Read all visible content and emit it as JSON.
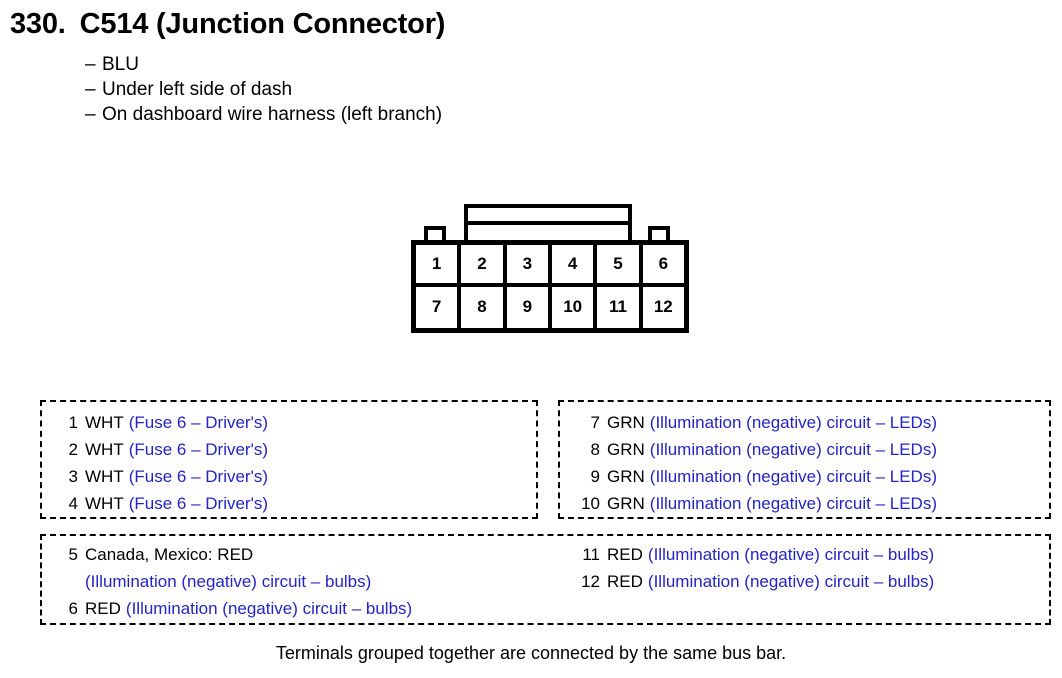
{
  "header": {
    "number": "330.",
    "title": "C514 (Junction Connector)",
    "notes": [
      "BLU",
      "Under left side of dash",
      "On dashboard wire harness (left branch)"
    ],
    "dash": "–"
  },
  "connector": {
    "rows": [
      [
        "1",
        "2",
        "3",
        "4",
        "5",
        "6"
      ],
      [
        "7",
        "8",
        "9",
        "10",
        "11",
        "12"
      ]
    ]
  },
  "groups": [
    {
      "id": "group-1",
      "entries": [
        {
          "pin": "1",
          "color": "WHT",
          "circuit": "(Fuse 6 – Driver's)"
        },
        {
          "pin": "2",
          "color": "WHT",
          "circuit": "(Fuse 6 – Driver's)"
        },
        {
          "pin": "3",
          "color": "WHT",
          "circuit": "(Fuse 6 – Driver's)"
        },
        {
          "pin": "4",
          "color": "WHT",
          "circuit": "(Fuse 6 – Driver's)"
        }
      ]
    },
    {
      "id": "group-2",
      "entries": [
        {
          "pin": "7",
          "color": "GRN",
          "circuit": "(Illumination (negative) circuit – LEDs)"
        },
        {
          "pin": "8",
          "color": "GRN",
          "circuit": "(Illumination (negative) circuit – LEDs)"
        },
        {
          "pin": "9",
          "color": "GRN",
          "circuit": "(Illumination (negative) circuit – LEDs)"
        },
        {
          "pin": "10",
          "color": "GRN",
          "circuit": "(Illumination (negative) circuit – LEDs)"
        }
      ]
    },
    {
      "id": "group-3-left",
      "entries": [
        {
          "pin": "5",
          "color": "Canada, Mexico: RED",
          "circuit": "(Illumination (negative) circuit – bulbs)",
          "wrapped": true
        },
        {
          "pin": "6",
          "color": "RED",
          "circuit": "(Illumination (negative) circuit – bulbs)"
        }
      ]
    },
    {
      "id": "group-3-right",
      "entries": [
        {
          "pin": "11",
          "color": "RED",
          "circuit": "(Illumination (negative) circuit – bulbs)"
        },
        {
          "pin": "12",
          "color": "RED",
          "circuit": "(Illumination (negative) circuit – bulbs)"
        }
      ]
    }
  ],
  "footer": {
    "caption": "Terminals grouped together are connected by the same bus bar."
  },
  "colors": {
    "circuit_text": "#2424c4",
    "body_text": "#000000",
    "background": "#ffffff"
  }
}
